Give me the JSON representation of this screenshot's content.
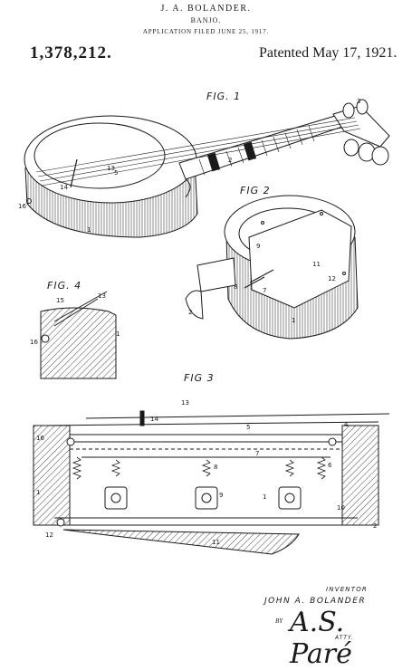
{
  "header": {
    "inventor": "J. A. BOLANDER.",
    "title": "BANJO.",
    "filed": "APPLICATION FILED JUNE 25, 1917.",
    "patent_number": "1,378,212.",
    "patented": "Patented May 17, 1921."
  },
  "figures": {
    "fig1": "FIG. 1",
    "fig2": "FIG 2",
    "fig3": "FIG 3",
    "fig4": "FIG. 4"
  },
  "ref_numerals": {
    "fig1": [
      "3",
      "2",
      "13",
      "5",
      "14",
      "16",
      "1"
    ],
    "fig2": [
      "9",
      "11",
      "12",
      "8",
      "7",
      "2",
      "1"
    ],
    "fig4": [
      "15",
      "13",
      "16",
      "1"
    ],
    "fig3": [
      "13",
      "14",
      "5",
      "4",
      "16",
      "7",
      "6",
      "8",
      "9",
      "1",
      "10",
      "12",
      "11",
      "2",
      "1"
    ]
  },
  "footer": {
    "inventor_label": "INVENTOR",
    "inventor_name": "JOHN A. BOLANDER",
    "by": "BY",
    "attorney_signature": "A.S. Paré",
    "atty_label": "ATTY."
  }
}
